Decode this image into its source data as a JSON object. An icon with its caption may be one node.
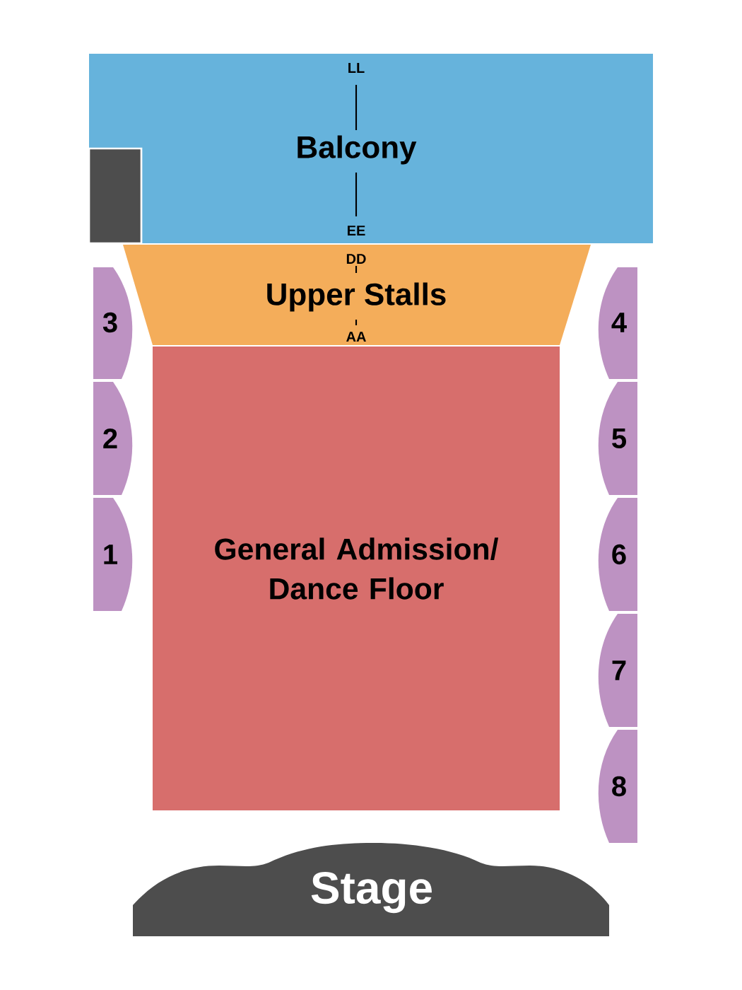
{
  "diagram": {
    "nodes": [
      {
        "text": [
          "LL",
          "Balcony",
          "EE"
        ]
      },
      {
        "text": [],
        "shape": "box",
        "in": 0
      },
      {
        "text": [
          "DD",
          "Upper Stalls",
          "AA"
        ]
      },
      {
        "text": [
          "3"
        ]
      },
      {
        "text": [
          "4"
        ]
      },
      {
        "text": [
          "General Admission/ Dance Floor"
        ]
      },
      {
        "text": [
          "2"
        ]
      },
      {
        "text": [
          "5"
        ]
      },
      {
        "text": [
          "1"
        ]
      },
      {
        "text": [
          "6"
        ]
      },
      {
        "text": [
          "7"
        ]
      },
      {
        "text": [
          "8"
        ]
      },
      {
        "text": [
          "Stage"
        ]
      }
    ]
  }
}
